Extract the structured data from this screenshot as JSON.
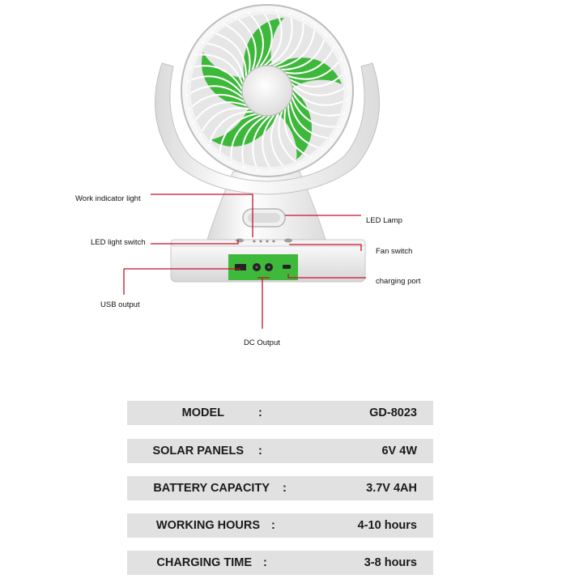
{
  "callouts": {
    "work_indicator_light": "Work indicator light",
    "led_light_switch": "LED light switch",
    "usb_output": "USB output",
    "dc_output": "DC Output",
    "led_lamp": "LED Lamp",
    "fan_switch": "Fan switch",
    "charging_port": "charging port"
  },
  "specs": [
    {
      "label": "MODEL",
      "colon": ":",
      "value": "GD-8023"
    },
    {
      "label": "SOLAR PANELS",
      "colon": ":",
      "value": "6V 4W"
    },
    {
      "label": "BATTERY CAPACITY",
      "colon": ":",
      "value": "3.7V 4AH"
    },
    {
      "label": "WORKING HOURS",
      "colon": ":",
      "value": "4-10 hours"
    },
    {
      "label": "CHARGING TIME",
      "colon": ":",
      "value": "3-8 hours"
    }
  ],
  "colors": {
    "blade_green": "#3db83a",
    "panel_green": "#3fb93b",
    "callout_line": "#c8102e",
    "fan_body": "#f2f2f2",
    "spec_bar": "#e1e1e1"
  }
}
